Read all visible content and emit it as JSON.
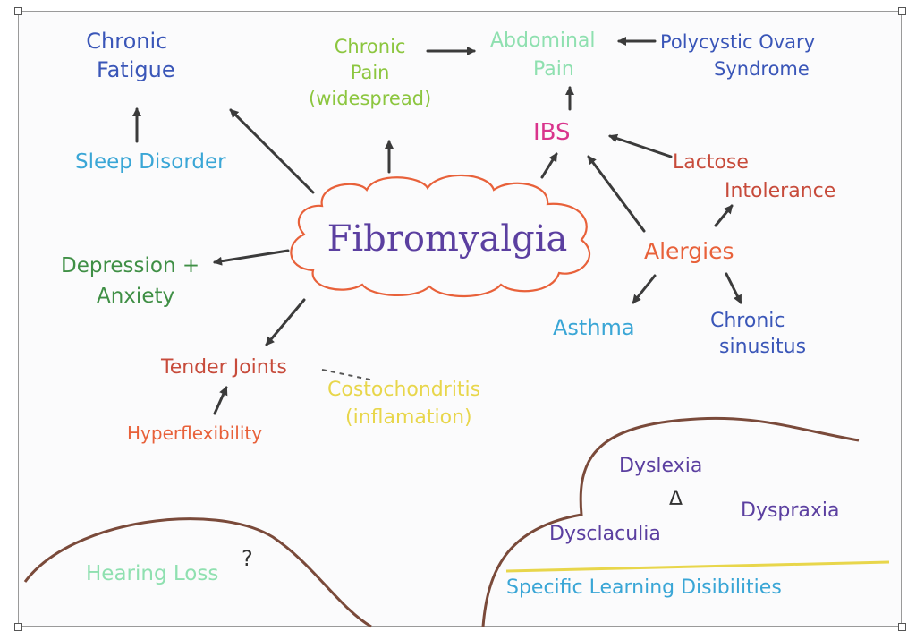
{
  "colors": {
    "blue": "#3a56b8",
    "light_blue": "#3aa6d6",
    "green": "#8cc63f",
    "dark_green": "#3f8f45",
    "mint": "#8fe0b0",
    "pink": "#d9348c",
    "red": "#c74b3b",
    "orange": "#e8613a",
    "yellow": "#e8d64b",
    "purple": "#5b3fa0",
    "brown": "#7a4a3a",
    "arrow": "#3b3b3b"
  },
  "nodes": {
    "center": "Fibromyalgia",
    "chronic_fatigue": [
      "Chronic",
      "Fatigue"
    ],
    "sleep_disorder": "Sleep Disorder",
    "chronic_pain": [
      "Chronic",
      "Pain",
      "(widespread)"
    ],
    "abdominal_pain": [
      "Abdominal",
      "Pain"
    ],
    "pcos": [
      "Polycystic Ovary",
      "Syndrome"
    ],
    "ibs": "IBS",
    "lactose": [
      "Lactose",
      "Intolerance"
    ],
    "allergies": "Alergies",
    "asthma": "Asthma",
    "sinusitus": [
      "Chronic",
      "sinusitus"
    ],
    "depression": [
      "Depression +",
      "Anxiety"
    ],
    "tender_joints": "Tender Joints",
    "costochondritis": [
      "Costochondritis",
      "(inflamation)"
    ],
    "hyperflexibility": "Hyperflexibility",
    "dyslexia": "Dyslexia",
    "dyscalculia": "Dysclaculia",
    "dyspraxia": "Dyspraxia",
    "triangle": "Δ",
    "sld": "Specific Learning Disibilities",
    "hearing_loss": "Hearing Loss",
    "question": "?"
  }
}
